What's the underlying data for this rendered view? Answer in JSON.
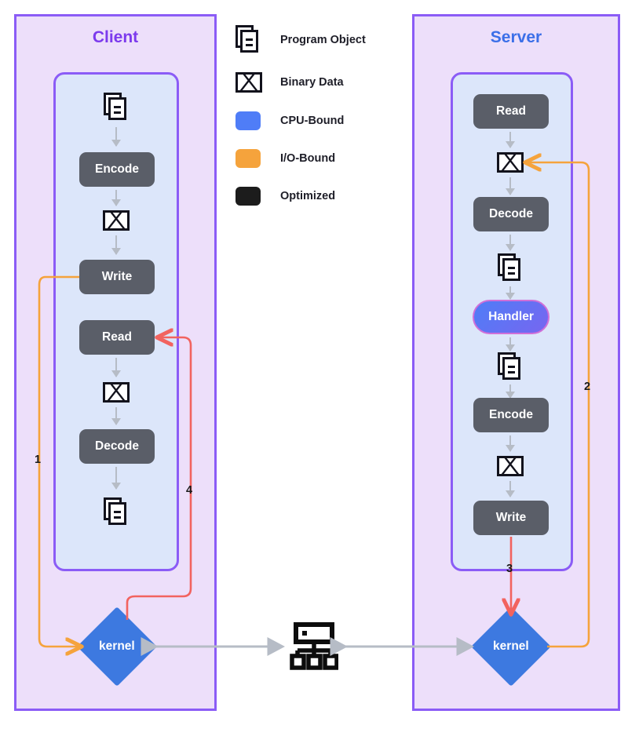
{
  "diagram": {
    "title_client": "Client",
    "title_server": "Server"
  },
  "legend": {
    "items": [
      {
        "icon": "program-object-icon",
        "label": "Program Object",
        "color": "#12121c",
        "type": "glyph"
      },
      {
        "icon": "binary-data-icon",
        "label": "Binary Data",
        "color": "#12121c",
        "type": "glyph"
      },
      {
        "icon": "cpu-bound-swatch",
        "label": "CPU-Bound",
        "color": "#4f7df7",
        "type": "swatch"
      },
      {
        "icon": "io-bound-swatch",
        "label": "I/O-Bound",
        "color": "#f5a33c",
        "type": "swatch"
      },
      {
        "icon": "optimized-swatch",
        "label": "Optimized",
        "color": "#1c1c1c",
        "type": "swatch"
      }
    ]
  },
  "client": {
    "nodes": [
      {
        "name": "program-object",
        "label": "",
        "kind": "doc"
      },
      {
        "name": "encode",
        "label": "Encode",
        "kind": "box"
      },
      {
        "name": "binary-data",
        "label": "",
        "kind": "envelope"
      },
      {
        "name": "write",
        "label": "Write",
        "kind": "box"
      },
      {
        "name": "read",
        "label": "Read",
        "kind": "box"
      },
      {
        "name": "binary-data-2",
        "label": "",
        "kind": "envelope"
      },
      {
        "name": "decode",
        "label": "Decode",
        "kind": "box"
      },
      {
        "name": "program-object-2",
        "label": "",
        "kind": "doc"
      }
    ],
    "kernel_label": "kernel"
  },
  "server": {
    "nodes": [
      {
        "name": "read",
        "label": "Read",
        "kind": "box"
      },
      {
        "name": "binary-data",
        "label": "",
        "kind": "envelope"
      },
      {
        "name": "decode",
        "label": "Decode",
        "kind": "box"
      },
      {
        "name": "program-object",
        "label": "",
        "kind": "doc"
      },
      {
        "name": "handler",
        "label": "Handler",
        "kind": "pill"
      },
      {
        "name": "program-object-2",
        "label": "",
        "kind": "doc"
      },
      {
        "name": "encode",
        "label": "Encode",
        "kind": "box"
      },
      {
        "name": "binary-data-2",
        "label": "",
        "kind": "envelope"
      },
      {
        "name": "write",
        "label": "Write",
        "kind": "box"
      }
    ],
    "kernel_label": "kernel"
  },
  "network": {
    "icon": "network-hub-icon"
  },
  "route_labels": [
    {
      "name": "route-label-1",
      "text": "1"
    },
    {
      "name": "route-label-2",
      "text": "2"
    },
    {
      "name": "route-label-3",
      "text": "3"
    },
    {
      "name": "route-label-4",
      "text": "4"
    }
  ],
  "colors": {
    "panel_fill": "#eddffa",
    "panel_border": "#8b5cf6",
    "inner_fill": "#dce6fa",
    "node_gray": "#5a5e68",
    "kernel_blue": "#3d79e0",
    "io_orange": "#f5a33c",
    "optimized_red": "#f2635f",
    "client_title": "#7c3aed",
    "server_title": "#3b6fe8",
    "link_gray": "#b6bcc6"
  }
}
